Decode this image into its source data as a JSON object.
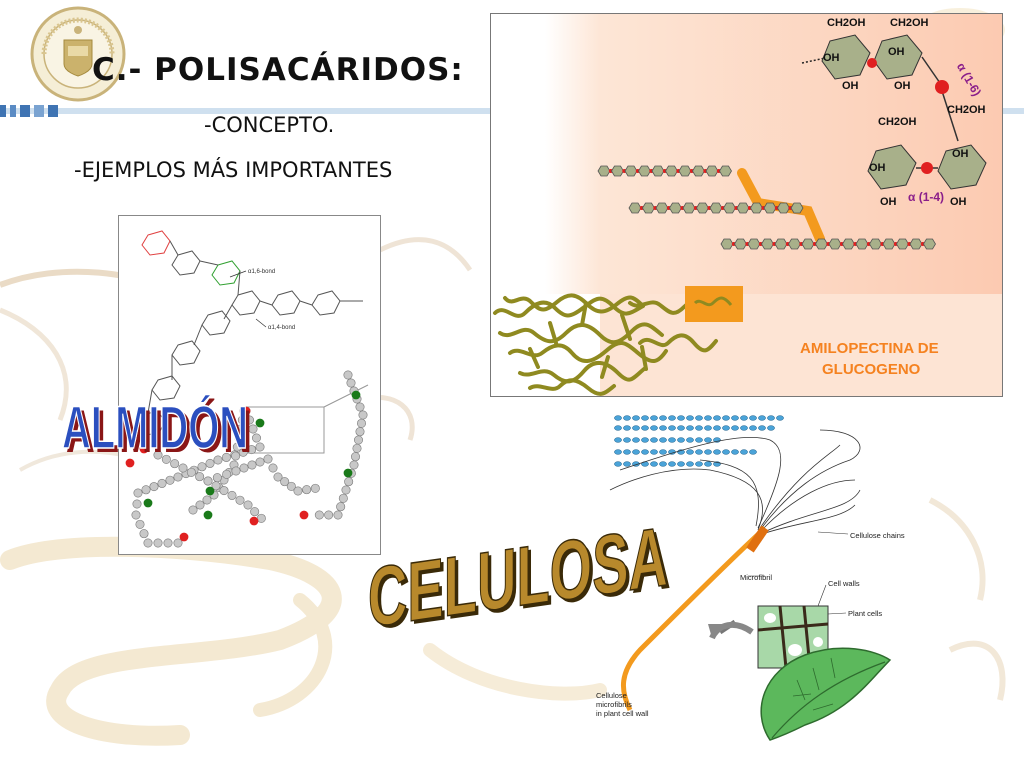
{
  "slide": {
    "title": "C.- POLISACÁRIDOS:",
    "subtitle_1": "-CONCEPTO.",
    "subtitle_2": "-EJEMPLOS MÁS IMPORTANTES"
  },
  "amylopectin_panel": {
    "ring_labels": {
      "ch2oh_1": "CH2OH",
      "ch2oh_2": "CH2OH",
      "ch2oh_3": "CH2OH",
      "ch2oh_4": "CH2OH",
      "oh_1": "OH",
      "oh_2": "OH",
      "oh_3": "OH",
      "oh_4": "OH",
      "oh_5": "OH",
      "oh_6": "OH",
      "oh_7": "OH",
      "oh_8": "OH"
    },
    "bond_16": "α (1-6)",
    "bond_14": "α (1-4)",
    "caption_line1": "AMILOPECTINA DE",
    "caption_line2": "GLUCOGENO"
  },
  "starch_panel": {
    "bond_16": "α1,6-bond",
    "bond_14": "α1,4-bond"
  },
  "wordart": {
    "almidon": "ALMIDÓN",
    "celulosa": "CELULOSA"
  },
  "cellulose_panel": {
    "label_chains": "Cellulose chains",
    "label_microfibril": "Microfibril",
    "label_cellwalls": "Cell walls",
    "label_plantcells": "Plant cells",
    "caption_1": "Cellulose",
    "caption_2": "microfibrils",
    "caption_3": "in plant cell wall"
  },
  "colors": {
    "panel_bg": "#fde4d4",
    "glucose_ring": "#a8b08a",
    "oxygen_red": "#e02020",
    "highlight_orange": "#f39a1e",
    "caption_orange": "#f58220",
    "bond_purple": "#8a1e8a",
    "wordart_blue": "#2b4fbf",
    "wordart_gold": "#b8892c",
    "chain_olive": "#8f8a20"
  }
}
